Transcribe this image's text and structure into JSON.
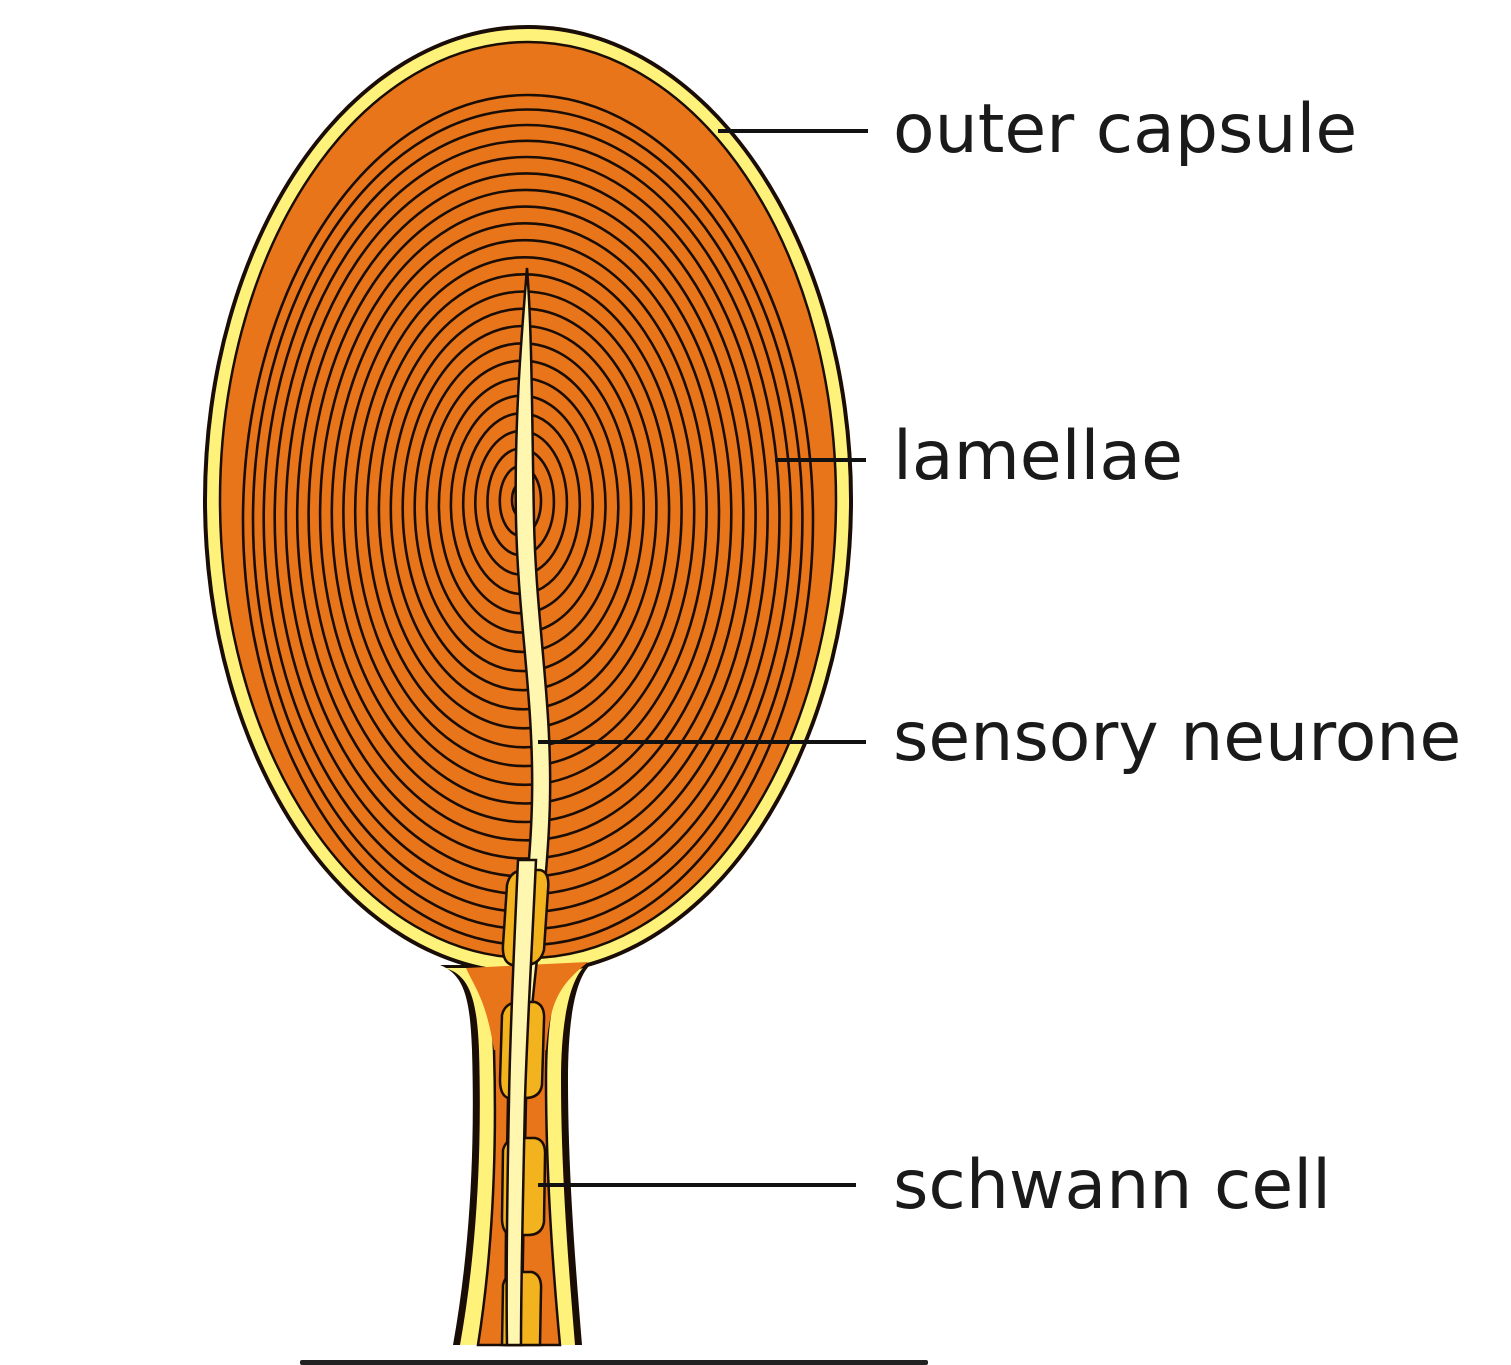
{
  "labels": {
    "outer_capsule": "outer capsule",
    "lamellae": "lamellae",
    "sensory_neurone": "sensory neurone",
    "schwann_cell": "schwann cell"
  },
  "colors": {
    "capsule_fill": "#E8751A",
    "capsule_edge": "#FFF27A",
    "neurone": "#FFF6B0",
    "schwann": "#F2B31E",
    "outline": "#1A0D05"
  }
}
